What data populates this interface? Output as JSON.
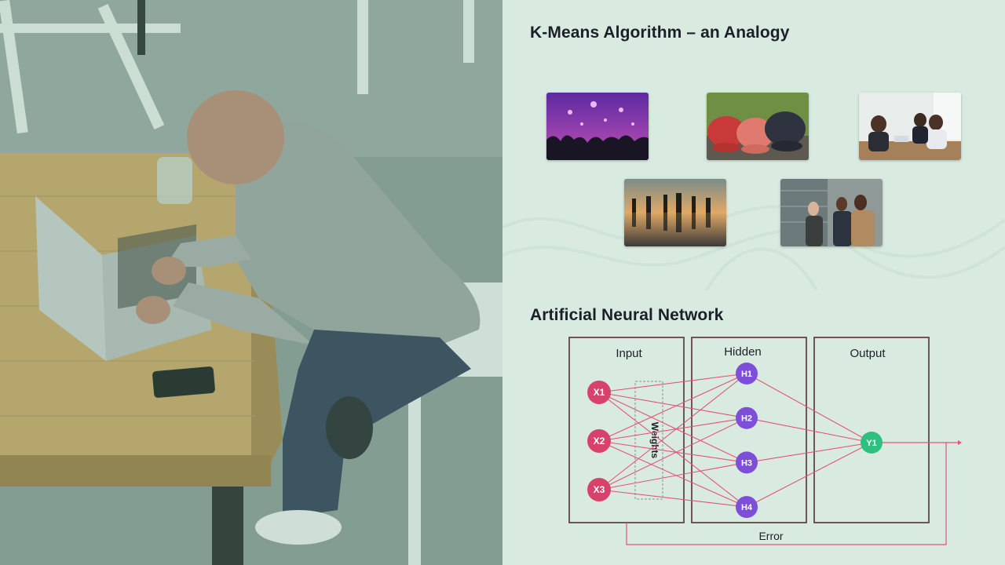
{
  "left_photo": {
    "icon": "person-typing-on-laptop-photo"
  },
  "kmeans": {
    "title": "K-Means Algorithm – an Analogy",
    "images": [
      {
        "icon": "concert-crowd-fireworks-photo"
      },
      {
        "icon": "bowls-of-berries-photo"
      },
      {
        "icon": "office-meeting-photo"
      },
      {
        "icon": "silhouettes-sunset-reflection-photo"
      },
      {
        "icon": "business-people-talking-photo"
      }
    ]
  },
  "ann": {
    "title": "Artificial Neural Network",
    "layers": {
      "input": "Input",
      "hidden": "Hidden",
      "output": "Output"
    },
    "inputs": [
      "X1",
      "X2",
      "X3"
    ],
    "hidden": [
      "H1",
      "H2",
      "H3",
      "H4"
    ],
    "outputs": [
      "Y1"
    ],
    "weights_label": "Weights",
    "error_label": "Error",
    "colors": {
      "input_node": "#d6426b",
      "hidden_node": "#7d4fd8",
      "output_node": "#2fbf7e",
      "edge": "#e05577",
      "box": "#4a2428"
    }
  }
}
